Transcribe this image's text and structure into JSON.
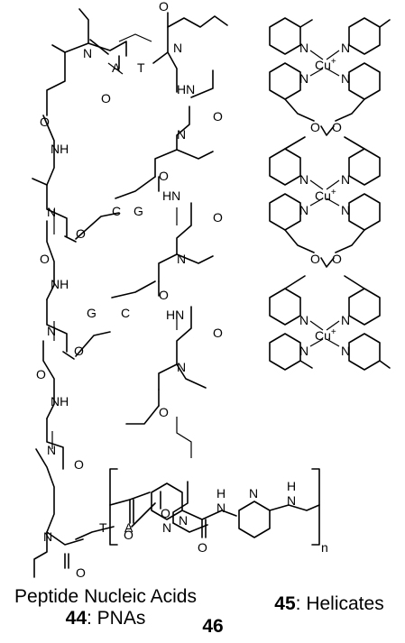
{
  "pna": {
    "caption_line1": "Peptide Nucleic Acids",
    "caption_number": "44",
    "caption_name": ": PNAs",
    "bases": {
      "top_a": "A",
      "top_t": "T",
      "mid1_c": "C",
      "mid1_g": "G",
      "mid2_g": "G",
      "mid2_c": "C",
      "bot_t": "T",
      "bot_a": "A"
    },
    "atoms": {
      "n": "N",
      "o": "O",
      "hn": "HN",
      "nh": "NH"
    }
  },
  "helicate": {
    "caption_number": "45",
    "caption_name": ": Helicates",
    "metal_label": "Cu",
    "charge": "+",
    "n": "N",
    "o": "O"
  },
  "polymer": {
    "caption_number": "46",
    "n": "N",
    "h": "H",
    "o": "O",
    "subscript": "n"
  }
}
